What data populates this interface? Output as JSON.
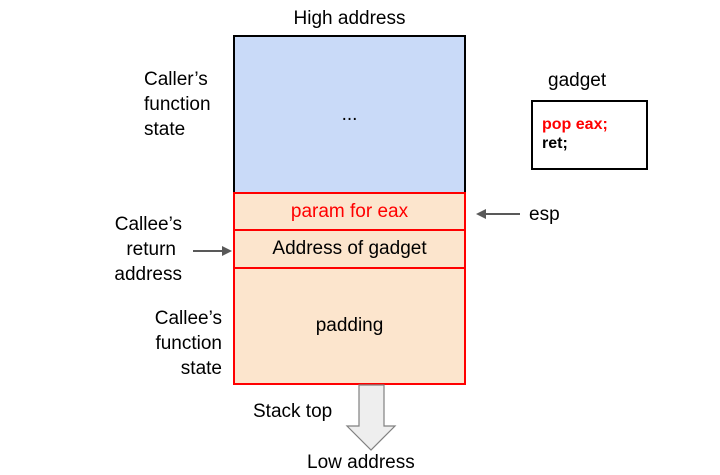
{
  "labels": {
    "high_address": "High address",
    "low_address": "Low address",
    "stack_top": "Stack top",
    "caller_state": [
      "Caller’s",
      "function",
      "state"
    ],
    "callee_return": [
      "Callee’s",
      "return",
      "address"
    ],
    "callee_state": [
      "Callee’s",
      "function",
      "state"
    ],
    "esp": "esp",
    "gadget_title": "gadget"
  },
  "stack": {
    "caller_ellipsis": "...",
    "rows": [
      {
        "label": "param for eax",
        "color": "#ff0000"
      },
      {
        "label": "Address of gadget",
        "color": "#000000"
      },
      {
        "label": "padding",
        "color": "#000000"
      }
    ]
  },
  "gadget": {
    "lines": [
      {
        "text": "pop eax;",
        "color": "#ff0000"
      },
      {
        "text": "ret;",
        "color": "#000000"
      }
    ]
  },
  "colors": {
    "caller_fill": "#c9daf8",
    "callee_fill": "#fce5cd",
    "callee_border": "#ff0000",
    "arrow": "#595959"
  }
}
